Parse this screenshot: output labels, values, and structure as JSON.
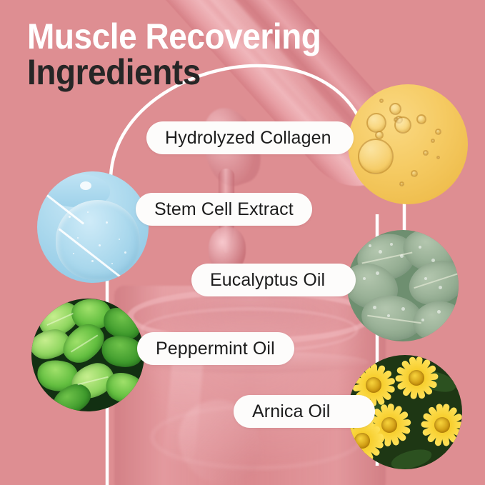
{
  "poster": {
    "background_color": "#DE8E92",
    "title": {
      "line1": "Muscle Recovering",
      "line1_color": "#FFFFFF",
      "line2": "Ingredients",
      "line2_color": "#262626"
    },
    "background_imagery": {
      "pipette": "glass-dropper-pipette",
      "gel_drop": "gel-droplet",
      "jar": "translucent-cosmetic-jar"
    },
    "ingredients": [
      {
        "id": "hydrolyzed-collagen",
        "label": "Hydrolyzed Collagen",
        "image": "golden-oil-bubbles",
        "image_color": "#F5CA62"
      },
      {
        "id": "stem-cell-extract",
        "label": "Stem Cell Extract",
        "image": "blue-gel-blob",
        "image_color": "#A8D7EC"
      },
      {
        "id": "eucalyptus-oil",
        "label": "Eucalyptus Oil",
        "image": "eucalyptus-leaves-with-dew",
        "image_color": "#93AC91"
      },
      {
        "id": "peppermint-oil",
        "label": "Peppermint Oil",
        "image": "peppermint-leaves",
        "image_color": "#62BE3F"
      },
      {
        "id": "arnica-oil",
        "label": "Arnica Oil",
        "image": "yellow-arnica-flowers",
        "image_color": "#F2C315"
      }
    ],
    "connector_color": "#FFFFFF"
  }
}
